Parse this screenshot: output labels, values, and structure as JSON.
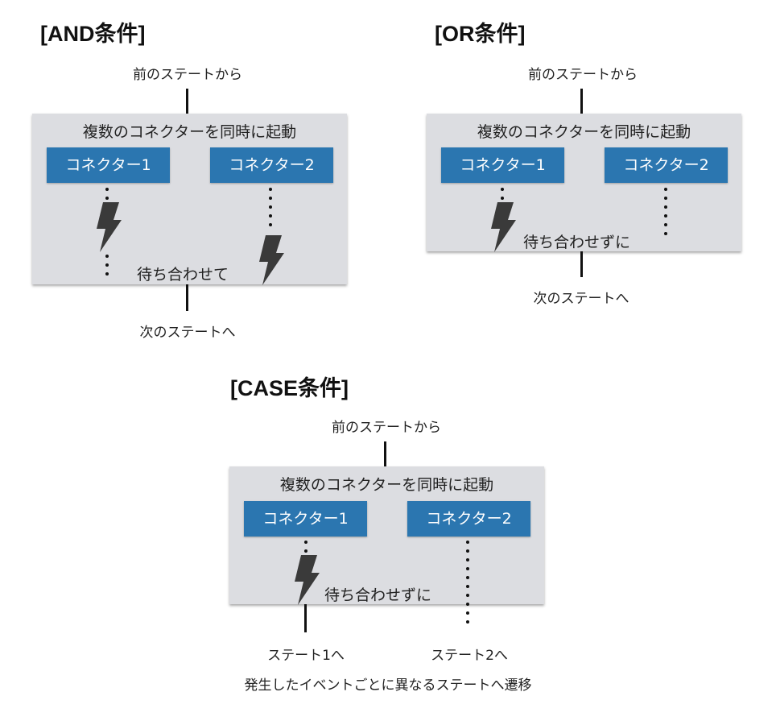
{
  "and": {
    "heading": "[AND条件]",
    "from_label": "前のステートから",
    "panel_title": "複数のコネクターを同時に起動",
    "connector1": "コネクター1",
    "connector2": "コネクター2",
    "wait_label": "待ち合わせて",
    "next_label": "次のステートへ"
  },
  "or": {
    "heading": "[OR条件]",
    "from_label": "前のステートから",
    "panel_title": "複数のコネクターを同時に起動",
    "connector1": "コネクター1",
    "connector2": "コネクター2",
    "wait_label": "待ち合わせずに",
    "next_label": "次のステートへ"
  },
  "case": {
    "heading": "[CASE条件]",
    "from_label": "前のステートから",
    "panel_title": "複数のコネクターを同時に起動",
    "connector1": "コネクター1",
    "connector2": "コネクター2",
    "wait_label": "待ち合わせずに",
    "state1_label": "ステート1へ",
    "state2_label": "ステート2へ",
    "caption": "発生したイベントごとに異なるステートへ遷移"
  },
  "colors": {
    "panel": "#dcdde1",
    "connector": "#2b76b0",
    "bolt": "#3a3a3a"
  },
  "icons": [
    "lightning-bolt-icon"
  ]
}
